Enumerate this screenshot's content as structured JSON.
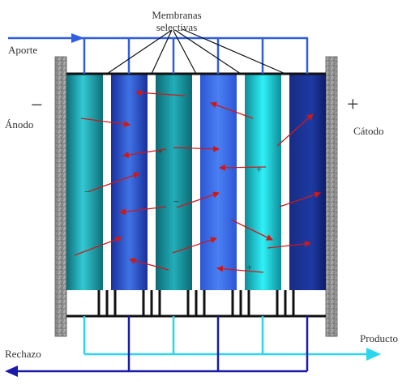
{
  "labels": {
    "membranes_line1": "Membranas",
    "membranes_line2": "selectivas",
    "feed": "Aporte",
    "anode": "Ánodo",
    "anode_sign": "−",
    "cathode": "Cátodo",
    "cathode_sign": "+",
    "product": "Producto",
    "reject": "Rechazo"
  },
  "cell_charges": [
    "+",
    "−",
    "+",
    "−",
    "+"
  ],
  "colors": {
    "electrode": "#8a8a8a",
    "feed_line": "#2f5fe0",
    "product_line": "#29d6ef",
    "reject_line": "#1a1aa8",
    "arrow": "#d01818",
    "membrane_bar": "#111111"
  }
}
